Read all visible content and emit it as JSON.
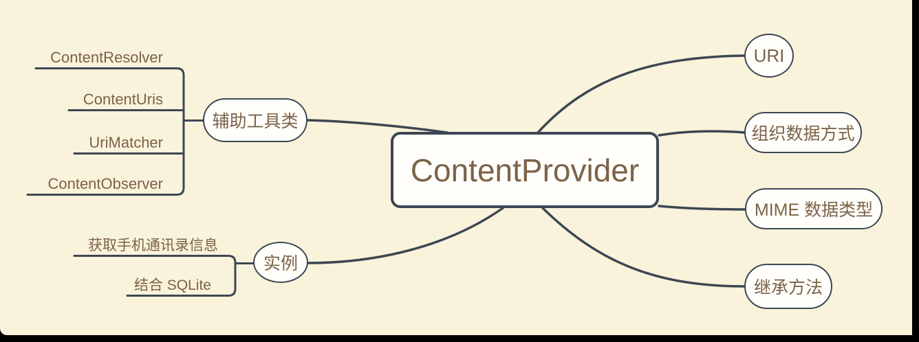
{
  "theme": {
    "background_color": "#faf3dc",
    "connector_color": "#3d4753",
    "node_fill_color": "#fffefa",
    "node_border_color": "#3d4753",
    "text_color": "#7b6348",
    "frame_edge_color": "#000000"
  },
  "mindmap": {
    "root": {
      "label": "ContentProvider"
    },
    "right_branches": [
      {
        "label": "URI"
      },
      {
        "label": "组织数据方式"
      },
      {
        "label": "MIME 数据类型"
      },
      {
        "label": "继承方法"
      }
    ],
    "left_branches": [
      {
        "label": "辅助工具类",
        "children": [
          {
            "label": "ContentResolver"
          },
          {
            "label": "ContentUris"
          },
          {
            "label": "UriMatcher"
          },
          {
            "label": "ContentObserver"
          }
        ]
      },
      {
        "label": "实例",
        "children": [
          {
            "label": "获取手机通讯录信息"
          },
          {
            "label": "结合 SQLite"
          }
        ]
      }
    ]
  }
}
